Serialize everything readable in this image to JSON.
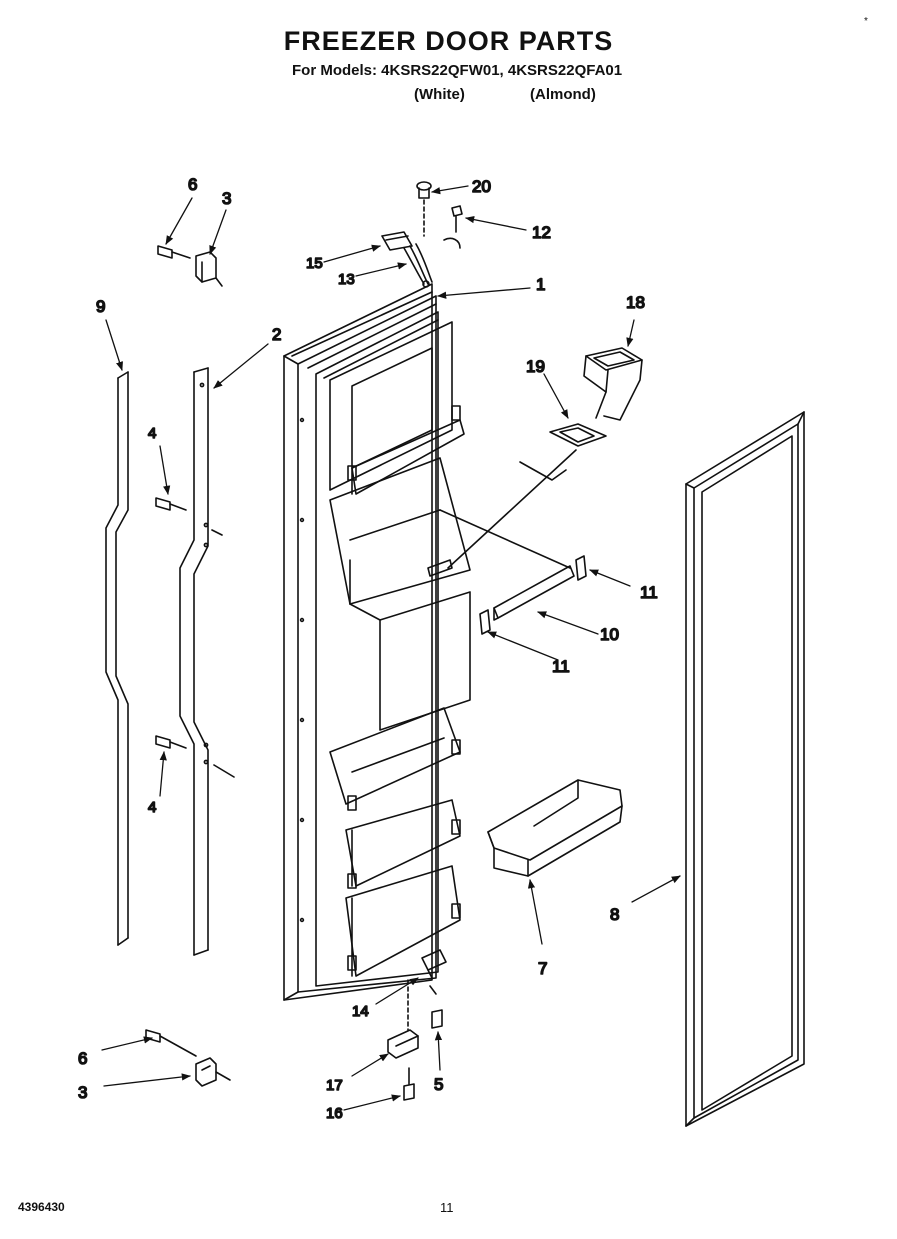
{
  "header": {
    "title": "FREEZER DOOR PARTS",
    "models_line": "For Models: 4KSRS22QFW01, 4KSRS22QFA01",
    "variant_white": "(White)",
    "variant_almond": "(Almond)"
  },
  "callouts": {
    "c1": "1",
    "c2": "2",
    "c3a": "3",
    "c3b": "3",
    "c4a": "4",
    "c4b": "4",
    "c5": "5",
    "c6a": "6",
    "c6b": "6",
    "c7": "7",
    "c8": "8",
    "c9": "9",
    "c10": "10",
    "c11a": "11",
    "c11b": "11",
    "c12": "12",
    "c13": "13",
    "c14": "14",
    "c15": "15",
    "c16": "16",
    "c17": "17",
    "c18": "18",
    "c19": "19",
    "c20": "20"
  },
  "footer": {
    "doc_number": "4396430",
    "page_number": "11",
    "corner_mark": "*"
  }
}
